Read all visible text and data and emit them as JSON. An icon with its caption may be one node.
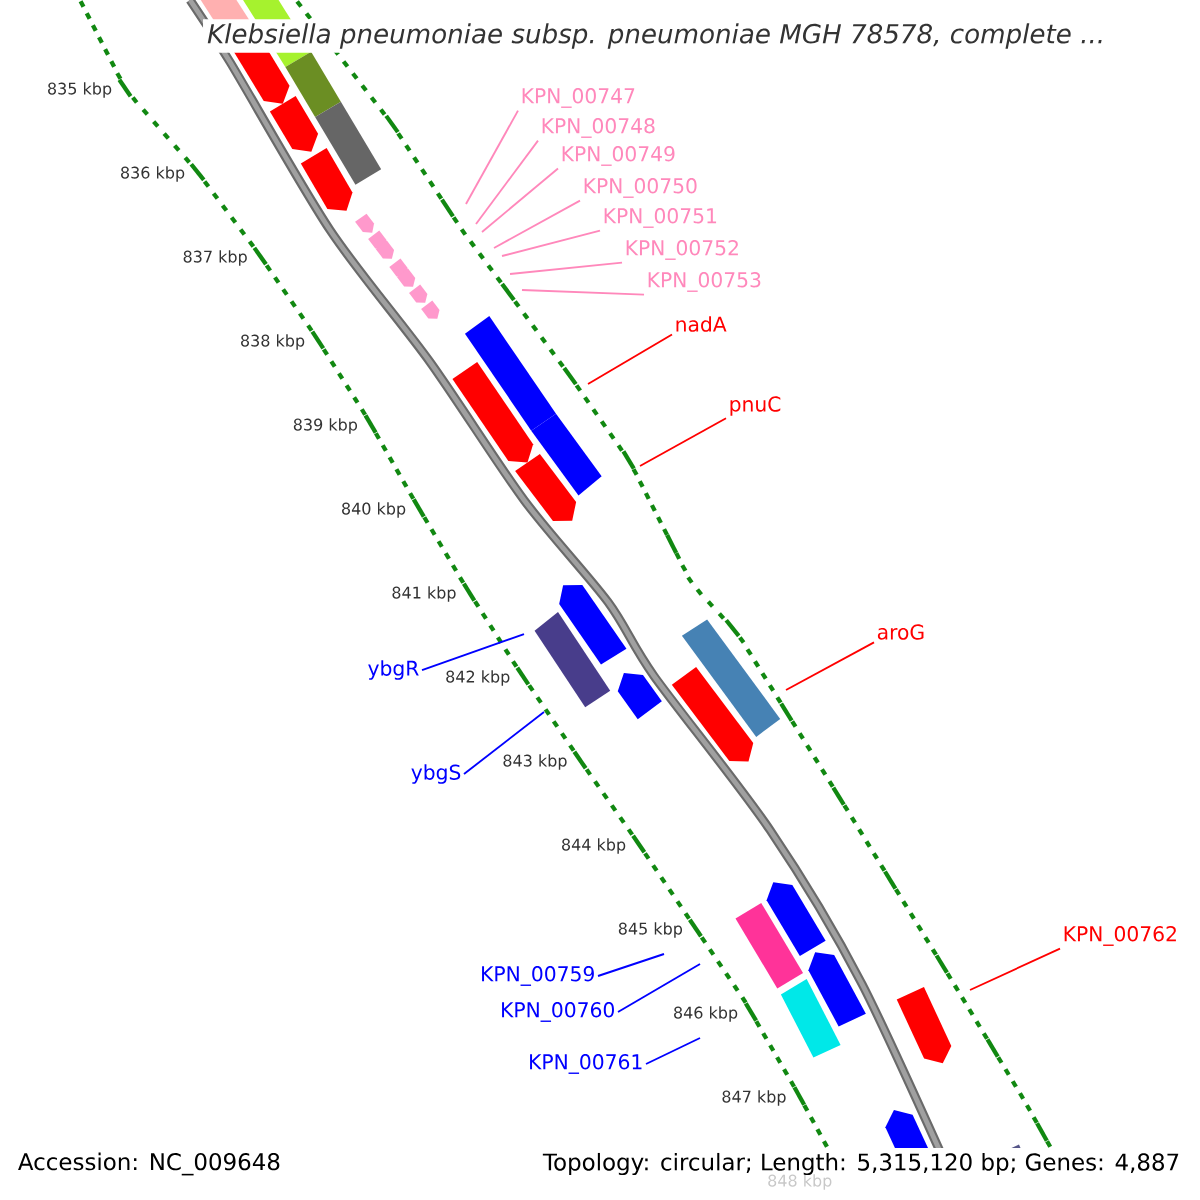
{
  "diagram": {
    "title": "*Klebsiella pneumoniae* subsp. *pneumoniae* MGH 78578, complete ...",
    "nodes": [
      {
        "text": [
          "KPN_00747"
        ]
      },
      {
        "text": [
          "KPN_00748"
        ]
      },
      {
        "text": [
          "KPN_00749"
        ]
      },
      {
        "text": [
          "KPN_00750"
        ]
      },
      {
        "text": [
          "KPN_00751"
        ]
      },
      {
        "text": [
          "KPN_00752"
        ]
      },
      {
        "text": [
          "KPN_00753"
        ]
      },
      {
        "text": [
          "nadA"
        ]
      },
      {
        "text": [
          "pnuC"
        ]
      },
      {
        "text": [
          "aroG"
        ]
      },
      {
        "text": [
          "ybgR"
        ]
      },
      {
        "text": [
          "ybgS"
        ]
      },
      {
        "text": [
          "KPN_00762"
        ]
      },
      {
        "text": [
          "KPN_00759"
        ]
      },
      {
        "text": [
          "KPN_00760"
        ]
      },
      {
        "text": [
          "KPN_00761"
        ]
      }
    ],
    "edges": [
      {
        "from": 0,
        "to": null,
        "arrow": "none"
      },
      {
        "from": 1,
        "to": null,
        "arrow": "none"
      },
      {
        "from": 2,
        "to": null,
        "arrow": "none"
      },
      {
        "from": 3,
        "to": null,
        "arrow": "none"
      },
      {
        "from": 4,
        "to": null,
        "arrow": "none"
      },
      {
        "from": 5,
        "to": null,
        "arrow": "none"
      },
      {
        "from": 6,
        "to": null,
        "arrow": "none"
      },
      {
        "from": 7,
        "to": null,
        "arrow": "none",
        "color": "#ff0000"
      },
      {
        "from": 8,
        "to": null,
        "arrow": "none",
        "color": "#ff0000"
      },
      {
        "from": 9,
        "to": null,
        "arrow": "none",
        "color": "#ff0000"
      },
      {
        "from": 10,
        "to": null,
        "arrow": "none",
        "color": "#0000ff"
      },
      {
        "from": 11,
        "to": null,
        "arrow": "none",
        "color": "#0000ff"
      },
      {
        "from": 12,
        "to": null,
        "arrow": "none",
        "color": "#ff0000"
      },
      {
        "from": 13,
        "to": null,
        "arrow": "none",
        "color": "#0000ff"
      },
      {
        "from": 14,
        "to": null,
        "arrow": "none",
        "color": "#0000ff"
      },
      {
        "from": 15,
        "to": null,
        "arrow": "none",
        "color": "#0000ff"
      }
    ],
    "labels": [
      "835 kbp",
      "836 kbp",
      "837 kbp",
      "838 kbp",
      "839 kbp",
      "840 kbp",
      "841 kbp",
      "842 kbp",
      "843 kbp",
      "844 kbp",
      "845 kbp",
      "846 kbp",
      "847 kbp",
      "848 kbp",
      "Accession: NC_009648",
      "Topology: circular; Length: 5,315,120 bp; Genes: 4,887"
    ]
  }
}
